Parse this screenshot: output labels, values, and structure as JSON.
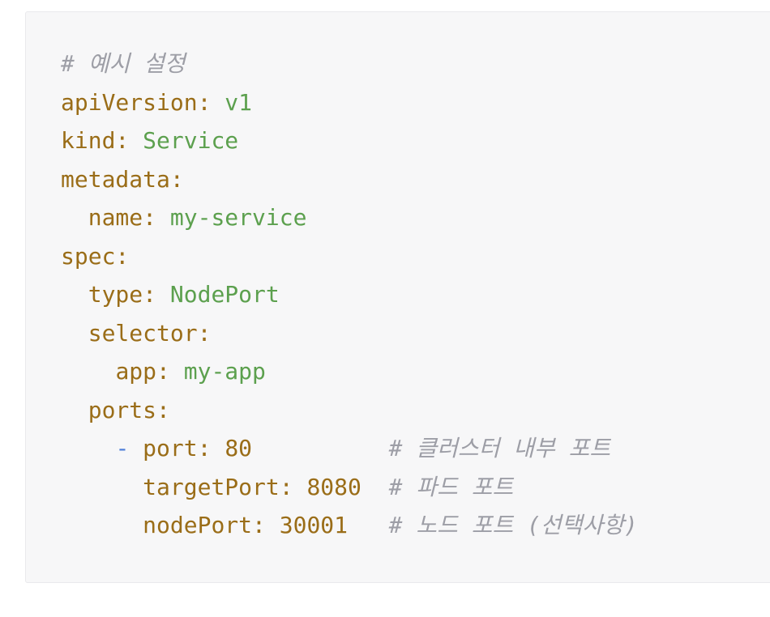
{
  "code_block": {
    "language": "yaml",
    "colors": {
      "background": "#f7f7f8",
      "border": "#e9e9ec",
      "key": "#9a6d18",
      "string": "#5ca04e",
      "number": "#9a6d18",
      "punct": "#4f7fd9",
      "comment": "#9d9ea6"
    },
    "lines": [
      [
        {
          "t": "comment",
          "v": "# 예시 설정"
        }
      ],
      [
        {
          "t": "key",
          "v": "apiVersion:"
        },
        {
          "t": "plain",
          "v": " "
        },
        {
          "t": "string",
          "v": "v1"
        }
      ],
      [
        {
          "t": "key",
          "v": "kind:"
        },
        {
          "t": "plain",
          "v": " "
        },
        {
          "t": "string",
          "v": "Service"
        }
      ],
      [
        {
          "t": "key",
          "v": "metadata:"
        }
      ],
      [
        {
          "t": "plain",
          "v": "  "
        },
        {
          "t": "key",
          "v": "name:"
        },
        {
          "t": "plain",
          "v": " "
        },
        {
          "t": "string",
          "v": "my-service"
        }
      ],
      [
        {
          "t": "key",
          "v": "spec:"
        }
      ],
      [
        {
          "t": "plain",
          "v": "  "
        },
        {
          "t": "key",
          "v": "type:"
        },
        {
          "t": "plain",
          "v": " "
        },
        {
          "t": "string",
          "v": "NodePort"
        }
      ],
      [
        {
          "t": "plain",
          "v": "  "
        },
        {
          "t": "key",
          "v": "selector:"
        }
      ],
      [
        {
          "t": "plain",
          "v": "    "
        },
        {
          "t": "key",
          "v": "app:"
        },
        {
          "t": "plain",
          "v": " "
        },
        {
          "t": "string",
          "v": "my-app"
        }
      ],
      [
        {
          "t": "plain",
          "v": "  "
        },
        {
          "t": "key",
          "v": "ports:"
        }
      ],
      [
        {
          "t": "plain",
          "v": "    "
        },
        {
          "t": "punct",
          "v": "-"
        },
        {
          "t": "plain",
          "v": " "
        },
        {
          "t": "key",
          "v": "port:"
        },
        {
          "t": "plain",
          "v": " "
        },
        {
          "t": "number",
          "v": "80"
        },
        {
          "t": "plain",
          "v": "          "
        },
        {
          "t": "comment",
          "v": "# 클러스터 내부 포트"
        }
      ],
      [
        {
          "t": "plain",
          "v": "      "
        },
        {
          "t": "key",
          "v": "targetPort:"
        },
        {
          "t": "plain",
          "v": " "
        },
        {
          "t": "number",
          "v": "8080"
        },
        {
          "t": "plain",
          "v": "  "
        },
        {
          "t": "comment",
          "v": "# 파드 포트"
        }
      ],
      [
        {
          "t": "plain",
          "v": "      "
        },
        {
          "t": "key",
          "v": "nodePort:"
        },
        {
          "t": "plain",
          "v": " "
        },
        {
          "t": "number",
          "v": "30001"
        },
        {
          "t": "plain",
          "v": "   "
        },
        {
          "t": "comment",
          "v": "# 노드 포트 (선택사항)"
        }
      ]
    ]
  }
}
